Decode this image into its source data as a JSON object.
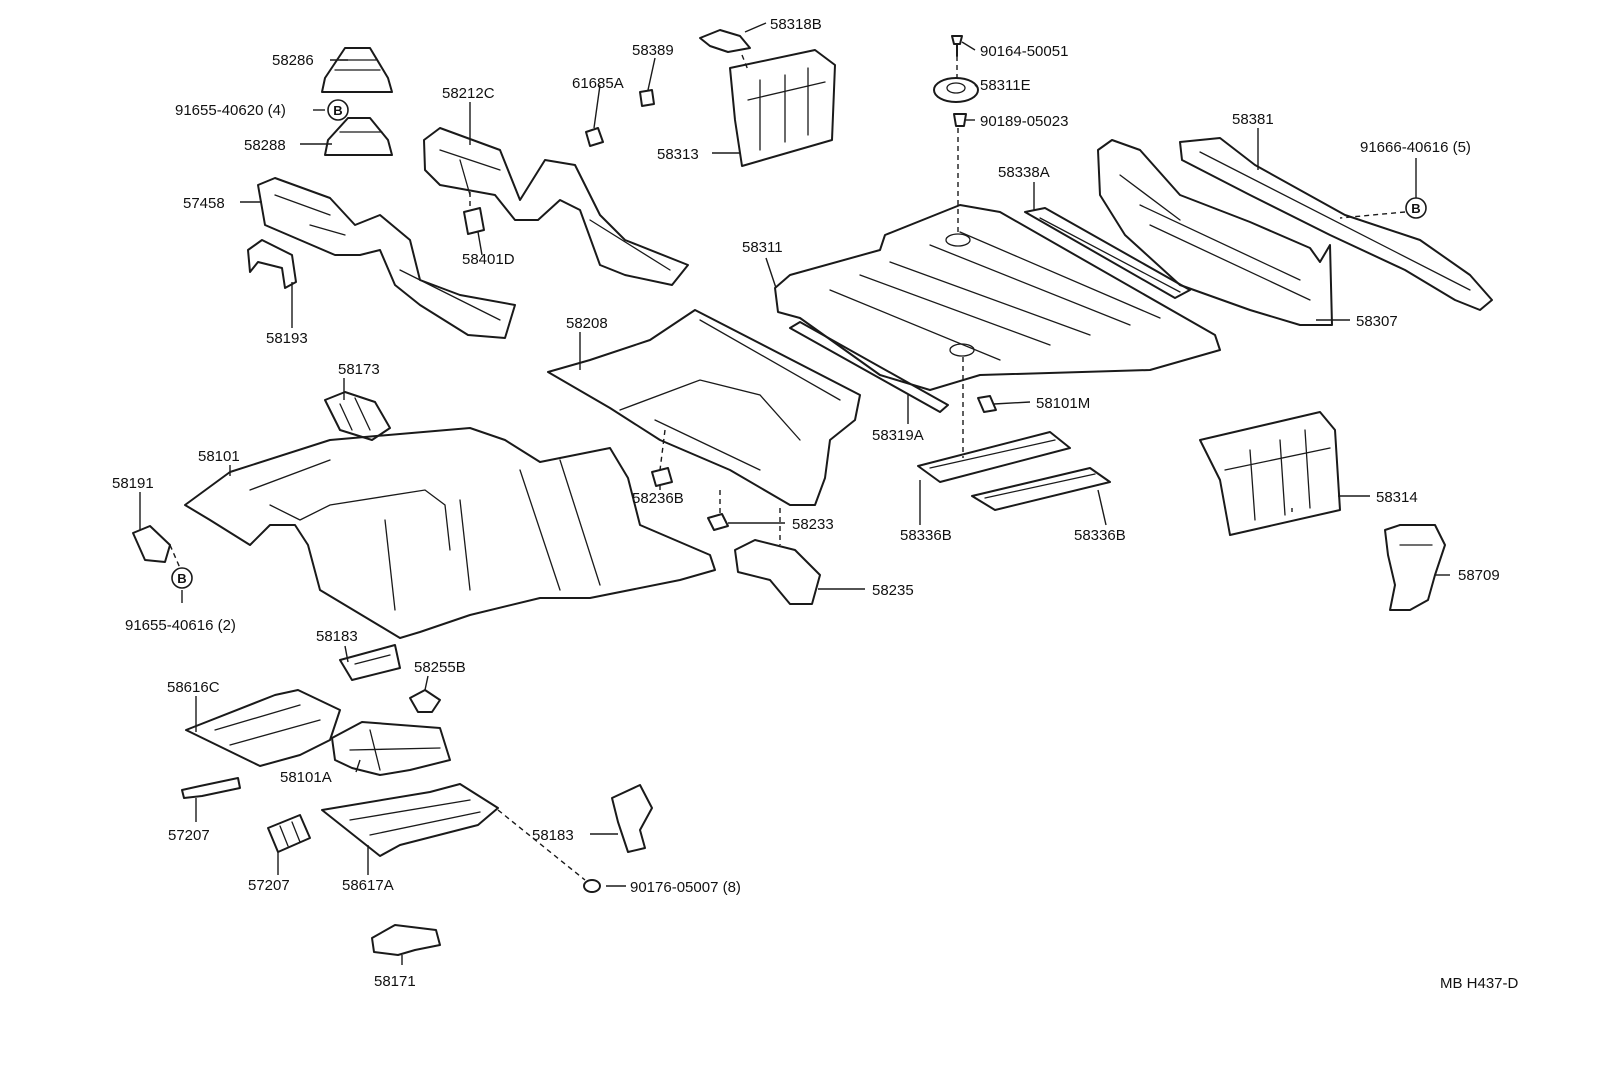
{
  "diagram_code": "MB H437-D",
  "ref_mark": "B",
  "labels": {
    "p58286": "58286",
    "p91655_40620": "91655-40620 (4)",
    "p58288": "58288",
    "p57458": "57458",
    "p58193": "58193",
    "p58212C": "58212C",
    "p58401D": "58401D",
    "p61685A": "61685A",
    "p58389": "58389",
    "p58318B": "58318B",
    "p58313": "58313",
    "p90164_50051": "90164-50051",
    "p58311E": "58311E",
    "p90189_05023": "90189-05023",
    "p58381": "58381",
    "p91666_40616": "91666-40616 (5)",
    "p58338A": "58338A",
    "p58311": "58311",
    "p58307": "58307",
    "p58208": "58208",
    "p58319A": "58319A",
    "p58101M": "58101M",
    "p58173": "58173",
    "p58101": "58101",
    "p58191": "58191",
    "p91655_40616": "91655-40616 (2)",
    "p58236B": "58236B",
    "p58233": "58233",
    "p58235": "58235",
    "p58336B_a": "58336B",
    "p58336B_b": "58336B",
    "p58314": "58314",
    "p58709": "58709",
    "p58183_a": "58183",
    "p58255B": "58255B",
    "p58616C": "58616C",
    "p58101A": "58101A",
    "p57207_a": "57207",
    "p57207_b": "57207",
    "p58617A": "58617A",
    "p58183_b": "58183",
    "p90176_05007": "90176-05007 (8)",
    "p58171": "58171"
  }
}
